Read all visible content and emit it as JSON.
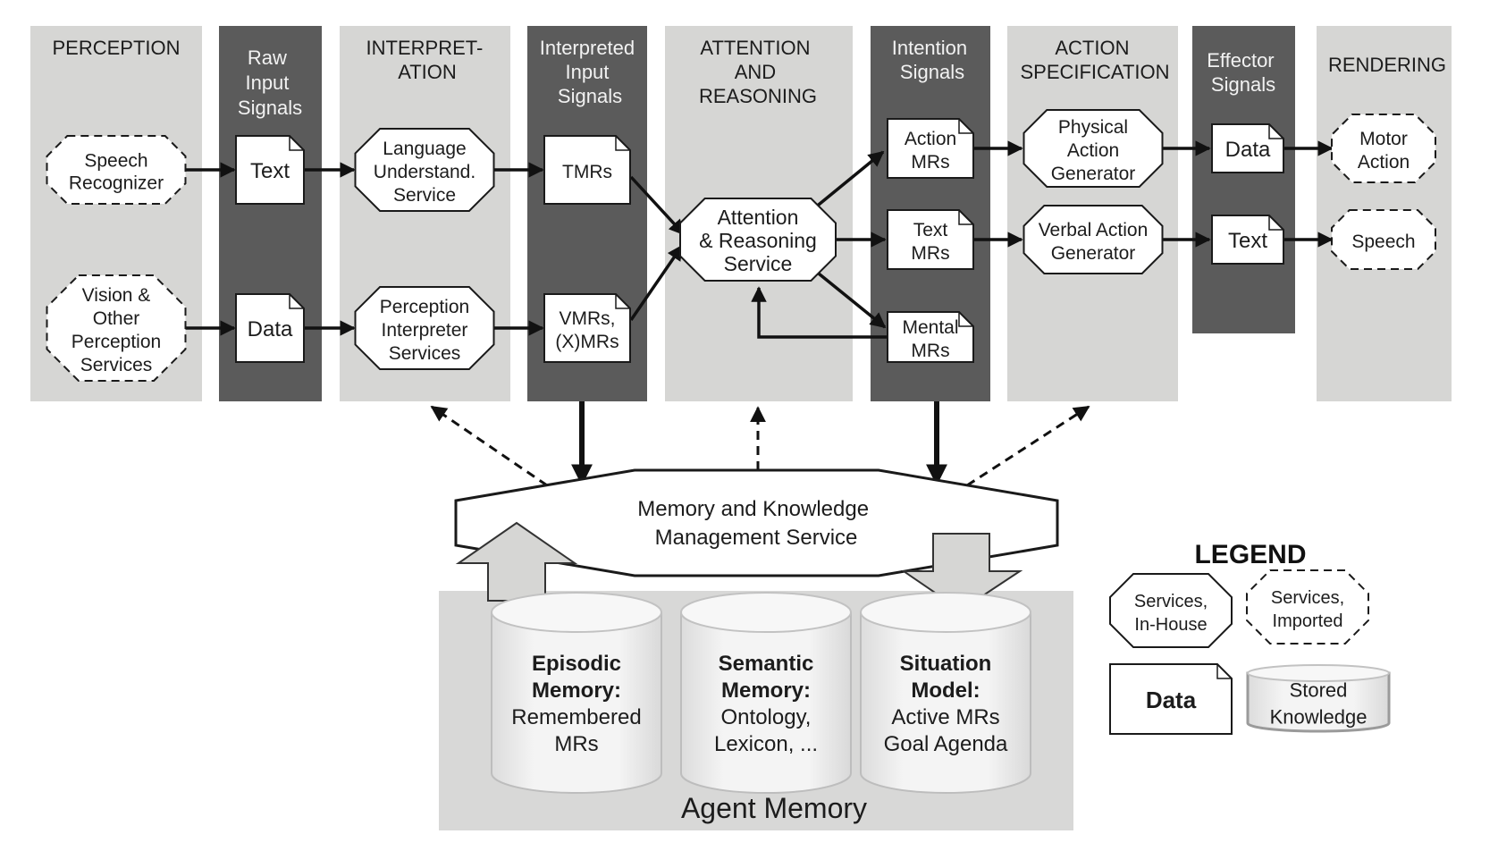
{
  "columns": [
    {
      "id": "perception",
      "style": "light",
      "label": [
        "PERCEPTION"
      ]
    },
    {
      "id": "raw-input-signals",
      "style": "dark",
      "label": [
        "Raw",
        "Input",
        "Signals"
      ]
    },
    {
      "id": "interpretation",
      "style": "light",
      "label": [
        "INTERPRET-",
        "ATION"
      ]
    },
    {
      "id": "interpreted-input-signals",
      "style": "dark",
      "label": [
        "Interpreted",
        "Input",
        "Signals"
      ]
    },
    {
      "id": "attention-and-reasoning",
      "style": "light",
      "label": [
        "ATTENTION",
        "AND",
        "REASONING"
      ]
    },
    {
      "id": "intention-signals",
      "style": "dark",
      "label": [
        "Intention",
        "Signals"
      ]
    },
    {
      "id": "action-specification",
      "style": "light",
      "label": [
        "ACTION",
        "SPECIFICATION"
      ]
    },
    {
      "id": "effector-signals",
      "style": "dark",
      "label": [
        "Effector",
        "Signals"
      ]
    },
    {
      "id": "rendering",
      "style": "light",
      "label": [
        "RENDERING"
      ]
    }
  ],
  "nodes": {
    "speech_recognizer": {
      "type": "service-imported",
      "lines": [
        "Speech",
        "Recognizer"
      ]
    },
    "vision_perception": {
      "type": "service-imported",
      "lines": [
        "Vision &",
        "Other",
        "Perception",
        "Services"
      ]
    },
    "raw_text": {
      "type": "data",
      "lines": [
        "Text"
      ]
    },
    "raw_data": {
      "type": "data",
      "lines": [
        "Data"
      ]
    },
    "language_understanding": {
      "type": "service-inhouse",
      "lines": [
        "Language",
        "Understand.",
        "Service"
      ]
    },
    "perception_interpreter": {
      "type": "service-inhouse",
      "lines": [
        "Perception",
        "Interpreter",
        "Services"
      ]
    },
    "tmrs": {
      "type": "data",
      "lines": [
        "TMRs"
      ]
    },
    "vmrs": {
      "type": "data",
      "lines": [
        "VMRs,",
        "(X)MRs"
      ]
    },
    "attention_reasoning": {
      "type": "service-inhouse",
      "lines": [
        "Attention",
        "& Reasoning",
        "Service"
      ]
    },
    "action_mrs": {
      "type": "data",
      "lines": [
        "Action",
        "MRs"
      ]
    },
    "text_mrs": {
      "type": "data",
      "lines": [
        "Text",
        "MRs"
      ]
    },
    "mental_mrs": {
      "type": "data",
      "lines": [
        "Mental",
        "MRs"
      ]
    },
    "physical_action_generator": {
      "type": "service-inhouse",
      "lines": [
        "Physical",
        "Action",
        "Generator"
      ]
    },
    "verbal_action_generator": {
      "type": "service-inhouse",
      "lines": [
        "Verbal Action",
        "Generator"
      ]
    },
    "effector_data": {
      "type": "data",
      "lines": [
        "Data"
      ]
    },
    "effector_text": {
      "type": "data",
      "lines": [
        "Text"
      ]
    },
    "motor_action": {
      "type": "service-imported",
      "lines": [
        "Motor",
        "Action"
      ]
    },
    "speech": {
      "type": "service-imported",
      "lines": [
        "Speech"
      ]
    }
  },
  "memory_service": {
    "lines": [
      "Memory and Knowledge",
      "Management Service"
    ]
  },
  "agent_memory": {
    "label": "Agent Memory",
    "stores": [
      {
        "title": [
          "Episodic",
          "Memory:"
        ],
        "body": [
          "Remembered",
          "MRs"
        ]
      },
      {
        "title": [
          "Semantic",
          "Memory:"
        ],
        "body": [
          "Ontology,",
          "Lexicon, ..."
        ]
      },
      {
        "title": [
          "Situation",
          "Model:"
        ],
        "body": [
          "Active MRs",
          "Goal Agenda"
        ]
      }
    ]
  },
  "legend": {
    "title": "LEGEND",
    "items": [
      {
        "kind": "service-inhouse",
        "lines": [
          "Services,",
          "In-House"
        ]
      },
      {
        "kind": "service-imported",
        "lines": [
          "Services,",
          "Imported"
        ]
      },
      {
        "kind": "data",
        "lines": [
          "Data"
        ]
      },
      {
        "kind": "stored-knowledge",
        "lines": [
          "Stored",
          "Knowledge"
        ]
      }
    ]
  },
  "colors": {
    "light_column": "#d6d6d4",
    "dark_column": "#5b5b5b",
    "stroke": "#1a1a1a",
    "node_fill": "#ffffff"
  }
}
